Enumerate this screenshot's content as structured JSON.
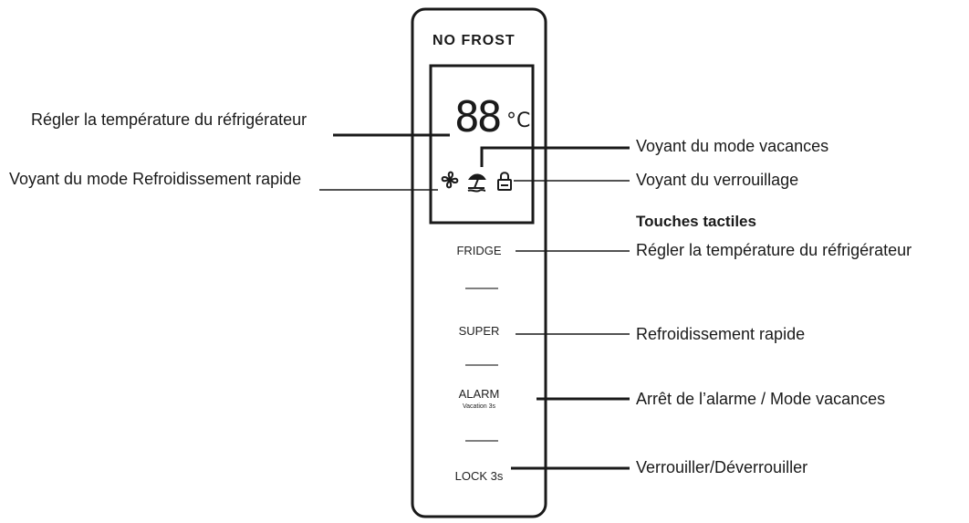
{
  "panel": {
    "brand": "NO FROST",
    "display_digits": "88",
    "display_unit": "°C",
    "icons": [
      "fan-icon",
      "vacation-icon",
      "padlock-icon"
    ],
    "keys": [
      {
        "label": "FRIDGE",
        "sub": ""
      },
      {
        "label": "SUPER",
        "sub": ""
      },
      {
        "label": "ALARM",
        "sub": "Vacation 3s"
      },
      {
        "label": "LOCK 3s",
        "sub": ""
      }
    ]
  },
  "left_labels": [
    "Régler la température du réfrigérateur",
    "Voyant du mode Refroidissement rapide"
  ],
  "right_labels": [
    "Voyant du mode vacances",
    "Voyant du verrouillage"
  ],
  "touch_header": "Touches tactiles",
  "key_labels": [
    "Régler la température du réfrigérateur",
    "Refroidissement rapide",
    "Arrêt de l’alarme / Mode vacances",
    "Verrouiller/Déverrouiller"
  ]
}
